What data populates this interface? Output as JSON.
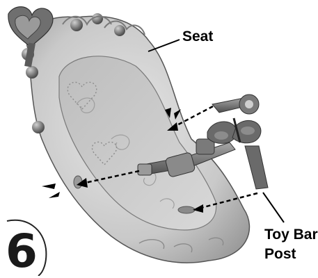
{
  "step_number": "6",
  "labels": {
    "seat": "Seat",
    "toy_bar_post_line1": "Toy Bar",
    "toy_bar_post_line2": "Post"
  },
  "colors": {
    "seat_fill": "#cfcfcf",
    "seat_shadow": "#9a9a9a",
    "ornament_dark": "#6b6b6b",
    "toy_bar": "#6f6f6f",
    "ink": "#000000"
  }
}
